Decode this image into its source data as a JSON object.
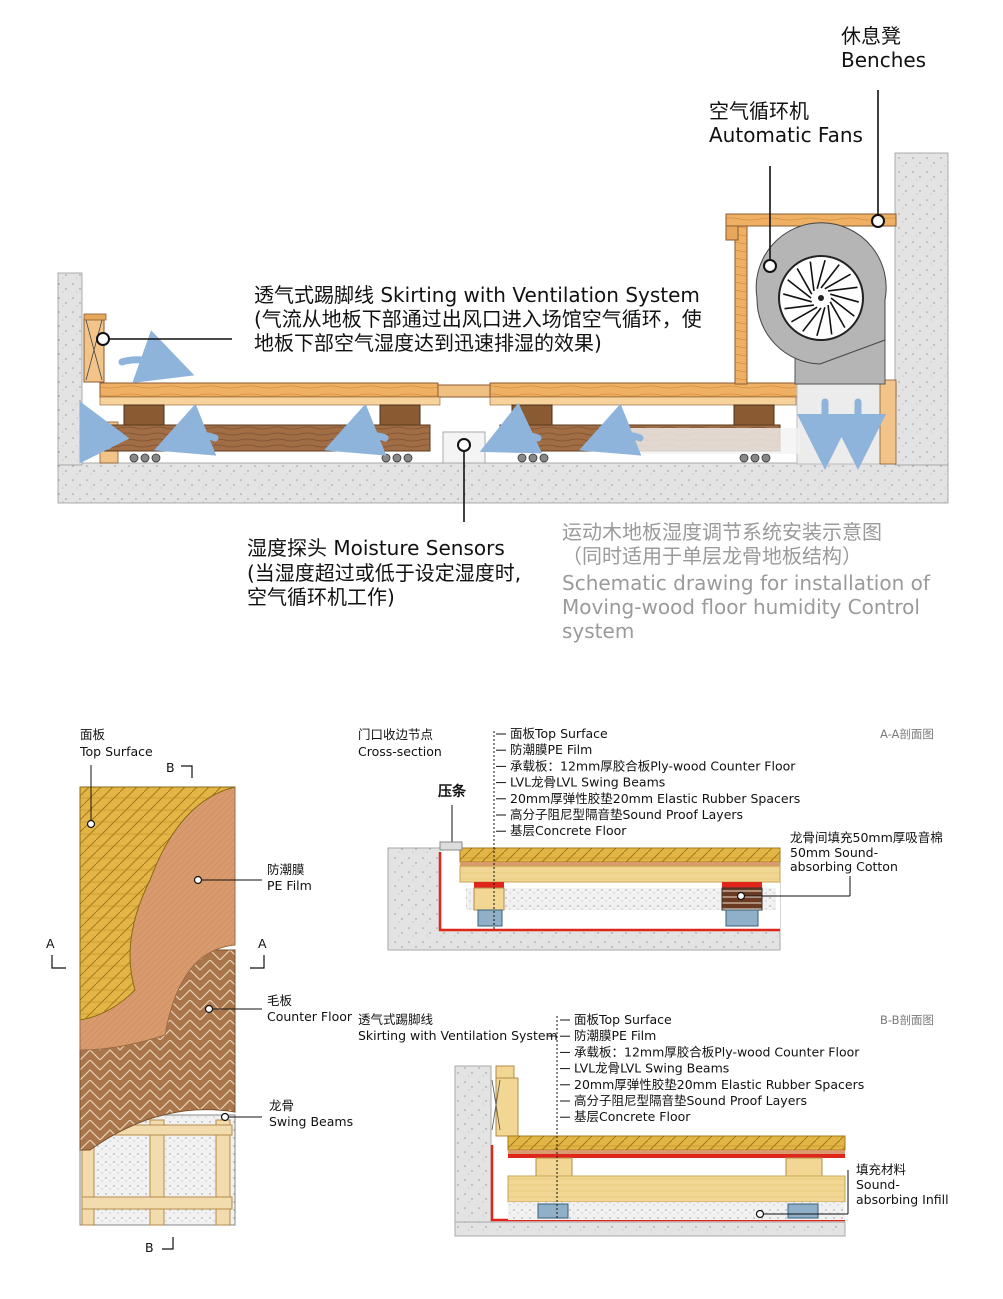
{
  "labels": {
    "benches_cn": "休息凳",
    "benches_en": "Benches",
    "fans_cn": "空气循环机",
    "fans_en": "Automatic Fans",
    "skirting_line1": "透气式踢脚线 Skirting with Ventilation System",
    "skirting_line2": "(气流从地板下部通过出风口进入场馆空气循环，使",
    "skirting_line3": "地板下部空气湿度达到迅速排湿的效果)",
    "sensor_line1": "湿度探头 Moisture Sensors",
    "sensor_line2": "(当湿度超过或低于设定湿度时,",
    "sensor_line3": "空气循环机工作)"
  },
  "title": {
    "cn1": "运动木地板湿度调节系统安装示意图",
    "cn2": "（同时适用于单层龙骨地板结构）",
    "en1": "Schematic drawing for installation of",
    "en2": "Moving-wood floor humidity Control",
    "en3": "system"
  },
  "layers_diagram": {
    "top_surface_cn": "面板",
    "top_surface_en": "Top Surface",
    "b_top": "B",
    "b_bottom": "B",
    "a_left": "A",
    "a_right": "A",
    "pe_film_cn": "防潮膜",
    "pe_film_en": "PE Film",
    "counter_floor_cn": "毛板",
    "counter_floor_en": "Counter Floor",
    "swing_beams_cn": "龙骨",
    "swing_beams_en": "Swing Beams"
  },
  "section_aa": {
    "title": "A-A剖面图",
    "left_cn": "门口收边节点",
    "left_en": "Cross-section",
    "strip": "压条",
    "layers": [
      "面板Top Surface",
      "防潮膜PE Film",
      "承载板：12mm厚胶合板Ply-wood Counter Floor",
      "LVL龙骨LVL Swing Beams",
      "20mm厚弹性胶垫20mm Elastic Rubber Spacers",
      "高分子阻尼型隔音垫Sound Proof Layers",
      "基层Concrete Floor"
    ],
    "cotton_1": "龙骨间填充50mm厚吸音棉",
    "cotton_2": "50mm Sound-",
    "cotton_3": "absorbing Cotton"
  },
  "section_bb": {
    "title": "B-B剖面图",
    "left_cn": "透气式踢脚线",
    "left_en": "Skirting with Ventilation System",
    "layers": [
      "面板Top Surface",
      "防潮膜PE Film",
      "承载板：12mm厚胶合板Ply-wood Counter Floor",
      "LVL龙骨LVL Swing Beams",
      "20mm厚弹性胶垫20mm Elastic Rubber Spacers",
      "高分子阻尼型隔音垫Sound Proof Layers",
      "基层Concrete Floor"
    ],
    "infill_1": "填充材料",
    "infill_2": "Sound-",
    "infill_3": "absorbing Infill"
  },
  "colors": {
    "wood": "#e8a85c",
    "wood_dark": "#8a5a32",
    "beam": "#9c6b45",
    "concrete": "#e2e2e2",
    "red_membrane": "#e0261b",
    "air_arrow": "#8fb4dc",
    "surface_yellow": "#e2c25a",
    "pe_film": "#d69a6e",
    "counter_floor": "#b98458"
  }
}
